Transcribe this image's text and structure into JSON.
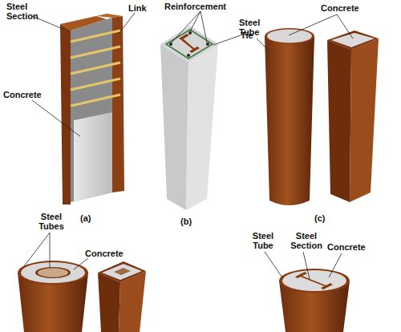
{
  "diagram": {
    "labels": [
      "Steel Section",
      "Link",
      "Concrete",
      "(a)",
      "Reinforcement",
      "Tie",
      "(b)",
      "Steel Tube",
      "Concrete",
      "(c)",
      "Steel Tubes",
      "Concrete",
      "Steel Tube",
      "Steel Section",
      "Concrete"
    ]
  }
}
